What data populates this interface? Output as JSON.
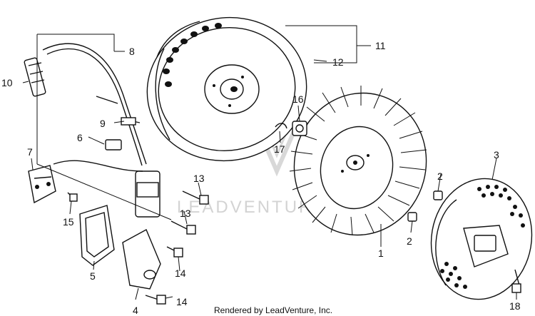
{
  "diagram": {
    "callouts": {
      "c1": "1",
      "c2a": "2",
      "c2b": "2",
      "c3": "3",
      "c4": "4",
      "c5": "5",
      "c6": "6",
      "c7": "7",
      "c8": "8",
      "c9": "9",
      "c10": "10",
      "c11": "11",
      "c12": "12",
      "c13a": "13",
      "c13b": "13",
      "c14a": "14",
      "c14b": "14",
      "c15": "15",
      "c16": "16",
      "c17": "17",
      "c18": "18"
    },
    "footer": "Rendered by LeadVenture, Inc.",
    "watermark": "LEADVENTURE"
  }
}
